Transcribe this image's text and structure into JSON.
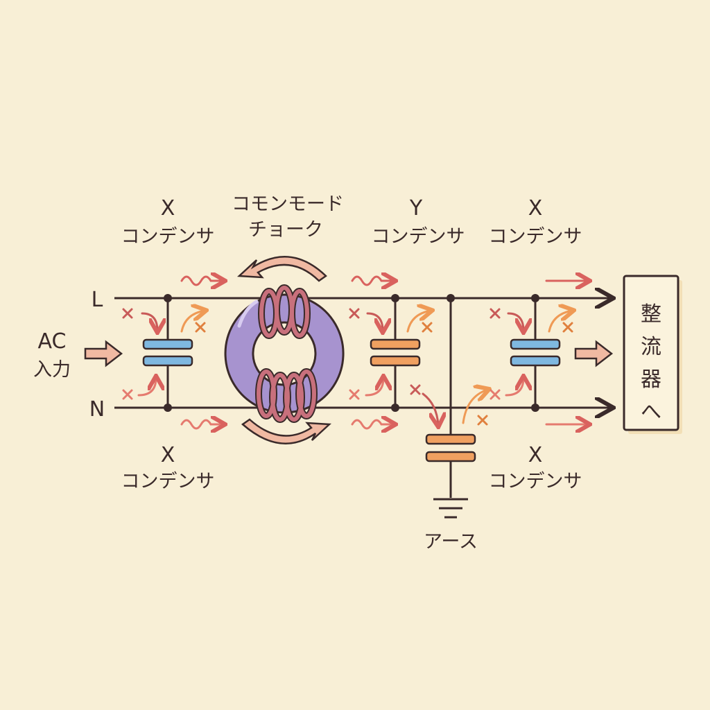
{
  "title": "Common mode noise filter diagram",
  "labels": {
    "x_cap_top_left": {
      "line1": "X",
      "line2": "コンデンサ"
    },
    "choke": {
      "line1": "コモンモード",
      "line2": "チョーク"
    },
    "y_cap": {
      "line1": "Y",
      "line2": "コンデンサ"
    },
    "x_cap_top_right": {
      "line1": "X",
      "line2": "コンデンサ"
    },
    "x_cap_bottom_left": {
      "line1": "X",
      "line2": "コンデンサ"
    },
    "x_cap_bottom_right": {
      "line1": "X",
      "line2": "コンデンサ"
    },
    "line_l": "L",
    "line_n": "N",
    "ac_input": {
      "line1": "AC",
      "line2": "入力"
    },
    "earth": "アース",
    "rectifier": [
      "整",
      "流",
      "器",
      "へ"
    ]
  },
  "colors": {
    "background": "#f8efd6",
    "x_capacitor": "#7fb8e0",
    "y_capacitor": "#f0a060",
    "choke_core": "#a793cf",
    "choke_winding": "#c8707c",
    "noise": "#d9625e",
    "flow_arrow": "#f0b9a2"
  }
}
